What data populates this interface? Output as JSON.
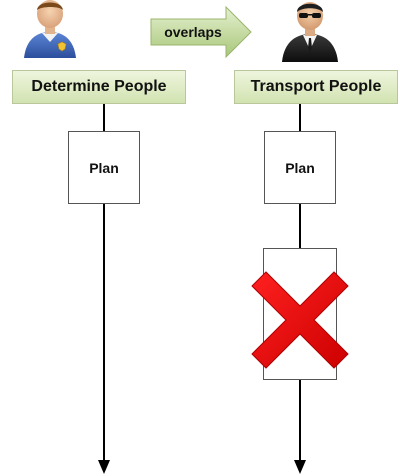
{
  "relation": {
    "label": "overlaps",
    "arrow_color": "#a9c77a"
  },
  "lanes": [
    {
      "title": "Determine People",
      "icon": "person-with-badge-icon",
      "task": "Plan"
    },
    {
      "title": "Transport People",
      "icon": "person-in-suit-icon",
      "task": "Plan",
      "blocked_task_icon": "red-x-icon"
    }
  ],
  "colors": {
    "header_fill": "#d2e3b1",
    "timeline": "#000000",
    "cross": "#e00000"
  }
}
